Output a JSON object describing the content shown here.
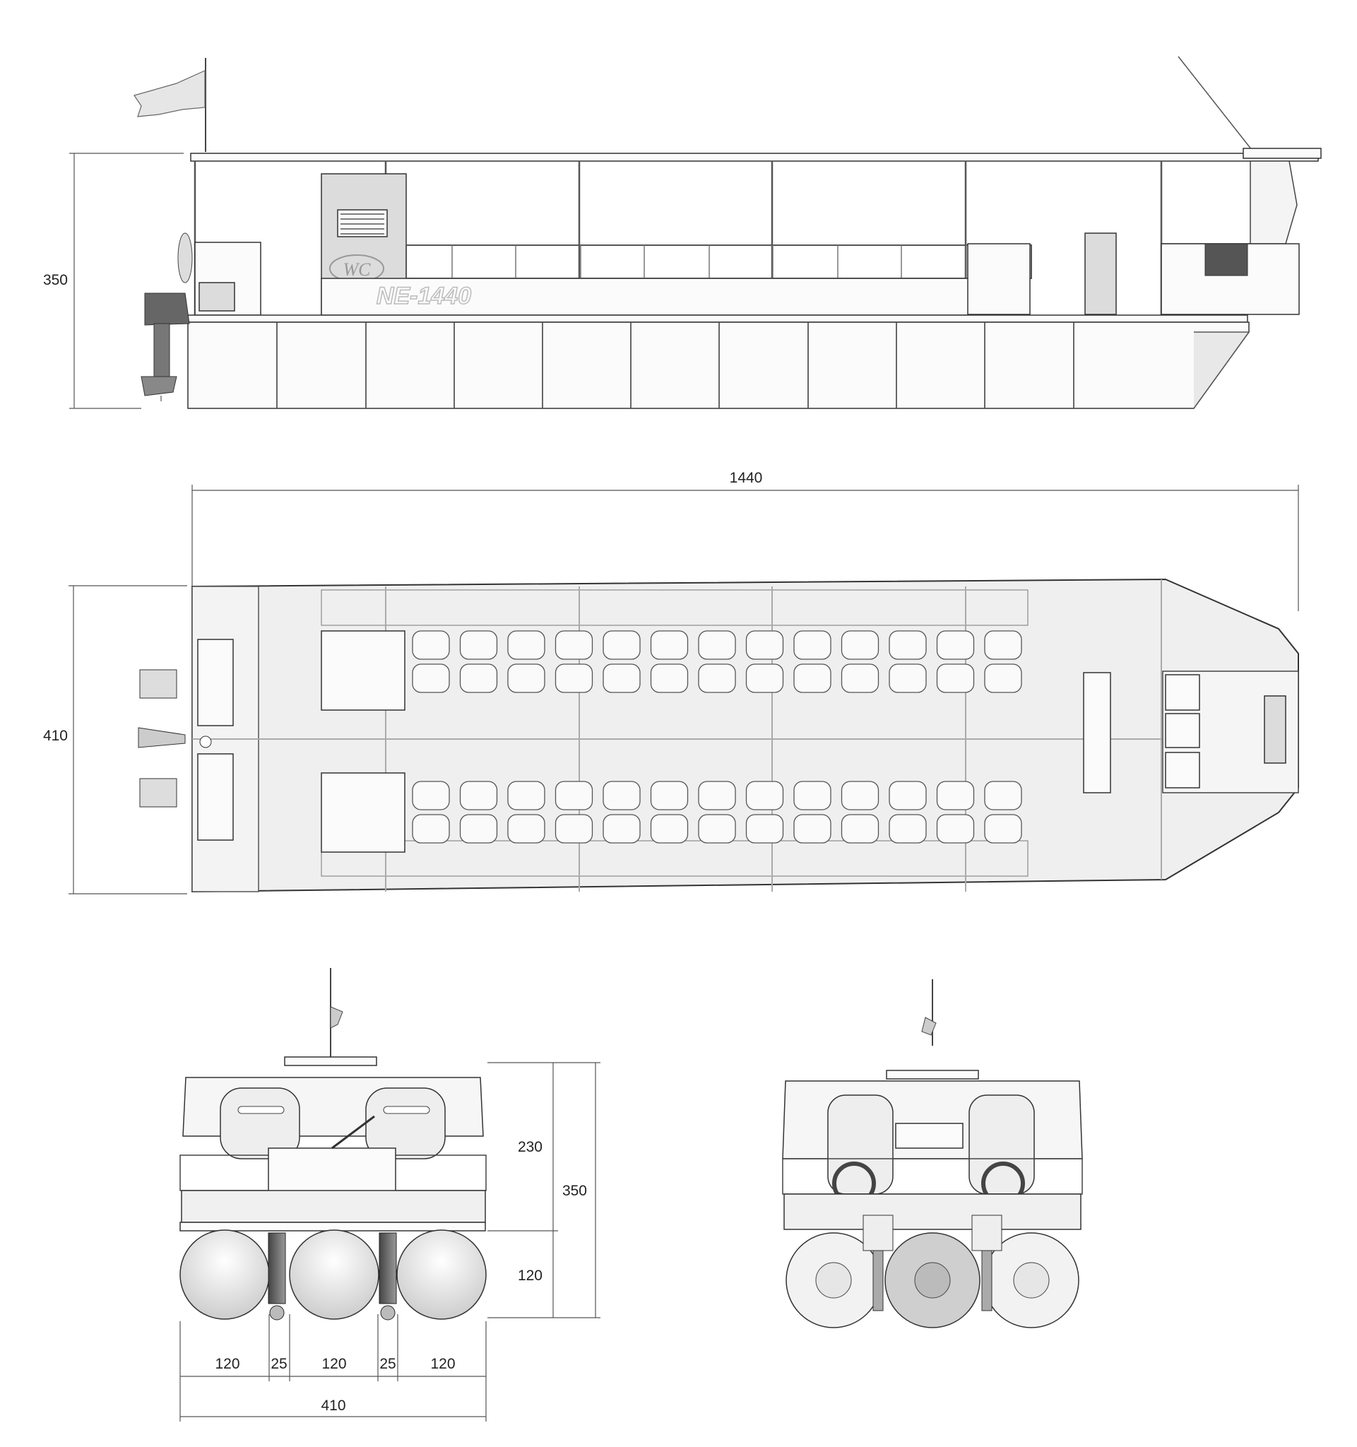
{
  "drawing": {
    "hull_marking": "NE-1440",
    "wc_sign": "WC"
  },
  "dimensions": {
    "side_height": "350",
    "overall_length": "1440",
    "overall_width": "410",
    "front_upper_height": "230",
    "front_total_height": "350",
    "front_pontoon_height": "120",
    "pontoon_width_left": "120",
    "gap_left": "25",
    "pontoon_width_center": "120",
    "gap_right": "25",
    "pontoon_width_right": "120",
    "front_total_width": "410"
  },
  "seating": {
    "rows_per_block": 2,
    "seats_per_row": 13,
    "blocks": 2
  }
}
